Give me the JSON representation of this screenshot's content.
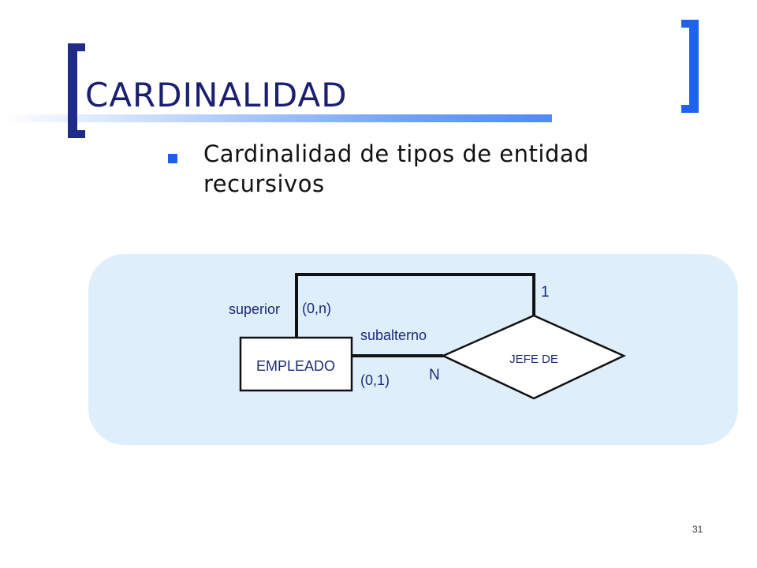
{
  "slide": {
    "title": "CARDINALIDAD",
    "bullet": "Cardinalidad de tipos de entidad recursivos",
    "page_number": "31"
  },
  "diagram": {
    "entity": "EMPLEADO",
    "relationship": "JEFE DE",
    "role_superior": "superior",
    "role_subalterno": "subalterno",
    "card_superior": "(0,n)",
    "card_subalterno": "(0,1)",
    "label_one": "1",
    "label_n": "N"
  },
  "colors": {
    "title": "#1a1f70",
    "bracket_left": "#1e2b8a",
    "bracket_right": "#1f62ee",
    "panel": "#dfeefb",
    "diagram_text": "#1b2a7a"
  }
}
